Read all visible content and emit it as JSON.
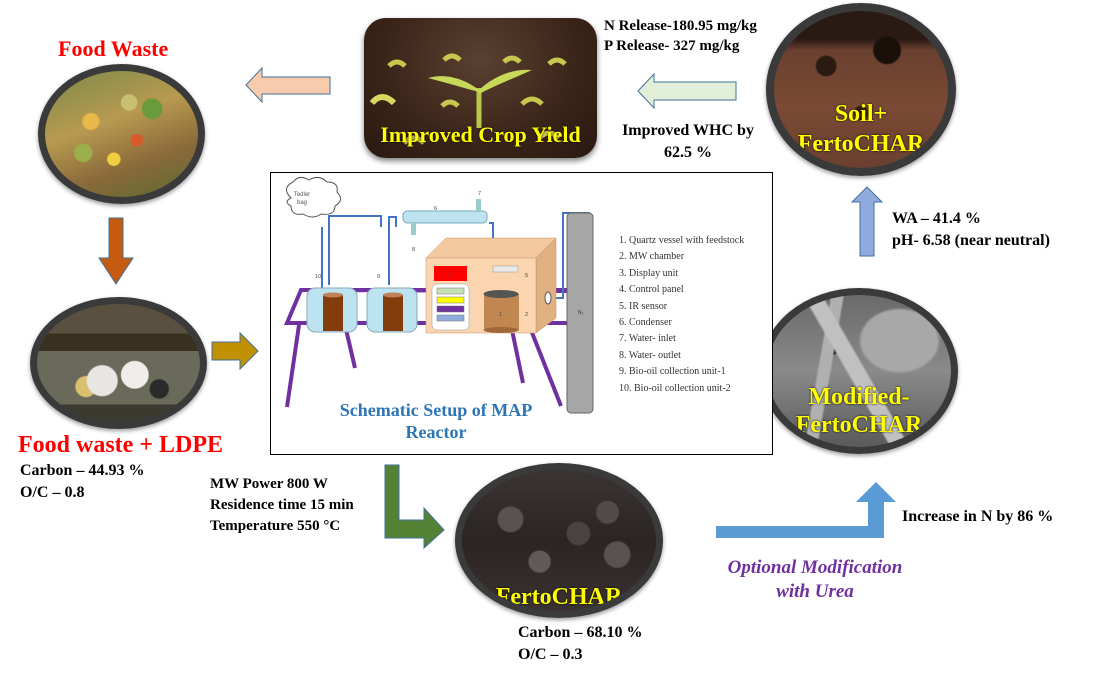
{
  "food_waste": {
    "title": "Food Waste"
  },
  "food_waste_ldpe": {
    "title": "Food waste + LDPE",
    "stats": [
      "Carbon  – 44.93 %",
      "O/C – 0.8"
    ]
  },
  "crop": {
    "label": "Improved Crop Yield"
  },
  "soil": {
    "label_line1": "Soil+",
    "label_line2": "FertoCHAR",
    "release": [
      "N Release-180.95 mg/kg",
      "P Release- 327 mg/kg"
    ],
    "whc": [
      "Improved WHC by",
      "62.5 %"
    ]
  },
  "modified": {
    "label_line1": "Modified-",
    "label_line2": "FertoCHAR",
    "stats": [
      "WA – 41.4 %",
      "pH- 6.58 (near neutral)"
    ]
  },
  "reactor": {
    "title_line1": "Schematic Setup of MAP",
    "title_line2": "Reactor",
    "tedlar": [
      "Tedler",
      "bag"
    ],
    "n2_label": "N₂",
    "numbers": {
      "n1": "1",
      "n2": "2",
      "n3": "3",
      "n5": "5",
      "n6": "6",
      "n7": "7",
      "n8": "8",
      "n9": "9",
      "n10": "10"
    },
    "legend": [
      "1. Quartz vessel with feedstock",
      "2.  MW chamber",
      "3.  Display unit",
      "4.  Control panel",
      "5.  IR sensor",
      "6.  Condenser",
      "7.  Water- inlet",
      "8.  Water- outlet",
      "9.  Bio-oil collection unit-1",
      "10. Bio-oil collection unit-2"
    ]
  },
  "conditions": [
    "MW Power 800 W",
    "Residence time 15 min",
    "Temperature 550 °C"
  ],
  "fertochar": {
    "label": "FertoCHAR",
    "stats": [
      "Carbon  – 68.10 %",
      "O/C – 0.3"
    ]
  },
  "urea": {
    "line1": "Optional Modification",
    "line2": "with Urea",
    "increase": "Increase  in N by 86 %"
  },
  "colors": {
    "title_red": "#ff0000",
    "label_yellow": "#ffff00",
    "urea_purple": "#7030a0",
    "reactor_title_blue": "#2e75b6",
    "arrow_peach": "#f8cbad",
    "arrow_lightgreen": "#e2f0d9",
    "arrow_blue": "#8faadc",
    "arrow_orange": "#c55a11",
    "arrow_gold": "#bf9000",
    "arrow_green": "#548235",
    "arrow_skyblue": "#5b9bd5"
  }
}
